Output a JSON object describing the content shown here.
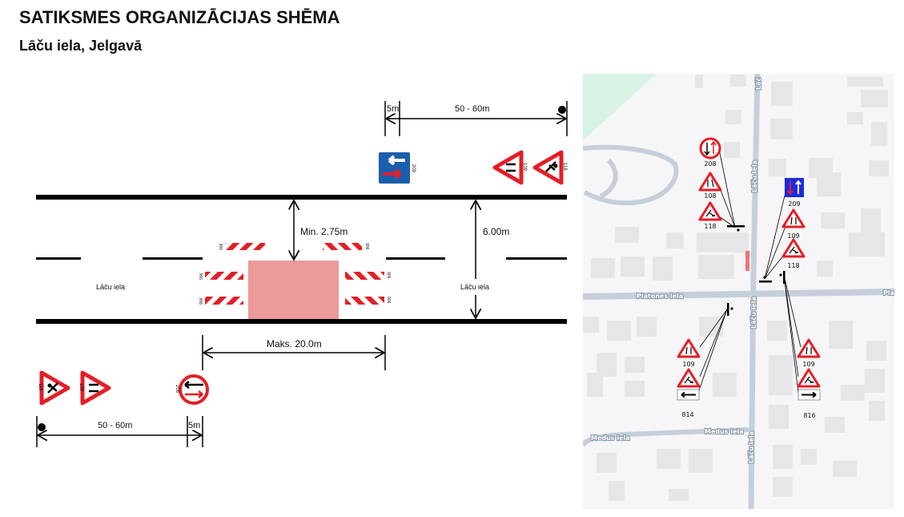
{
  "header": {
    "title": "SATIKSMES ORGANIZĀCIJAS SHĒMA",
    "subtitle": "Lāču iela, Jelgavā"
  },
  "scheme": {
    "street_label": "Lāču iela",
    "dim_top_short": "5m",
    "dim_top_long": "50 - 60m",
    "dim_min_width": "Min. 2.75m",
    "dim_road_width": "6.00m",
    "dim_max_length": "Maks. 20.0m",
    "dim_bottom_long": "50 - 60m",
    "dim_bottom_short": "5m",
    "barrier_code": "906",
    "signs_top": [
      {
        "code": "209"
      },
      {
        "code": "109"
      },
      {
        "code": "118"
      }
    ],
    "signs_bottom": [
      {
        "code": "118"
      },
      {
        "code": "109"
      },
      {
        "code": "208"
      }
    ],
    "work_zone_color": "#ec9a9a"
  },
  "map": {
    "streets": {
      "main": "Lāču iela",
      "cross": "Platones iela",
      "cross_cut": "Pla",
      "south": "Medus iela",
      "main_top": "Lāč"
    },
    "signs": {
      "nw": [
        "208",
        "108",
        "118"
      ],
      "ne": [
        "209",
        "109",
        "118"
      ],
      "sw": [
        "109",
        "118",
        "814"
      ],
      "se": [
        "109",
        "118",
        "816"
      ]
    }
  }
}
